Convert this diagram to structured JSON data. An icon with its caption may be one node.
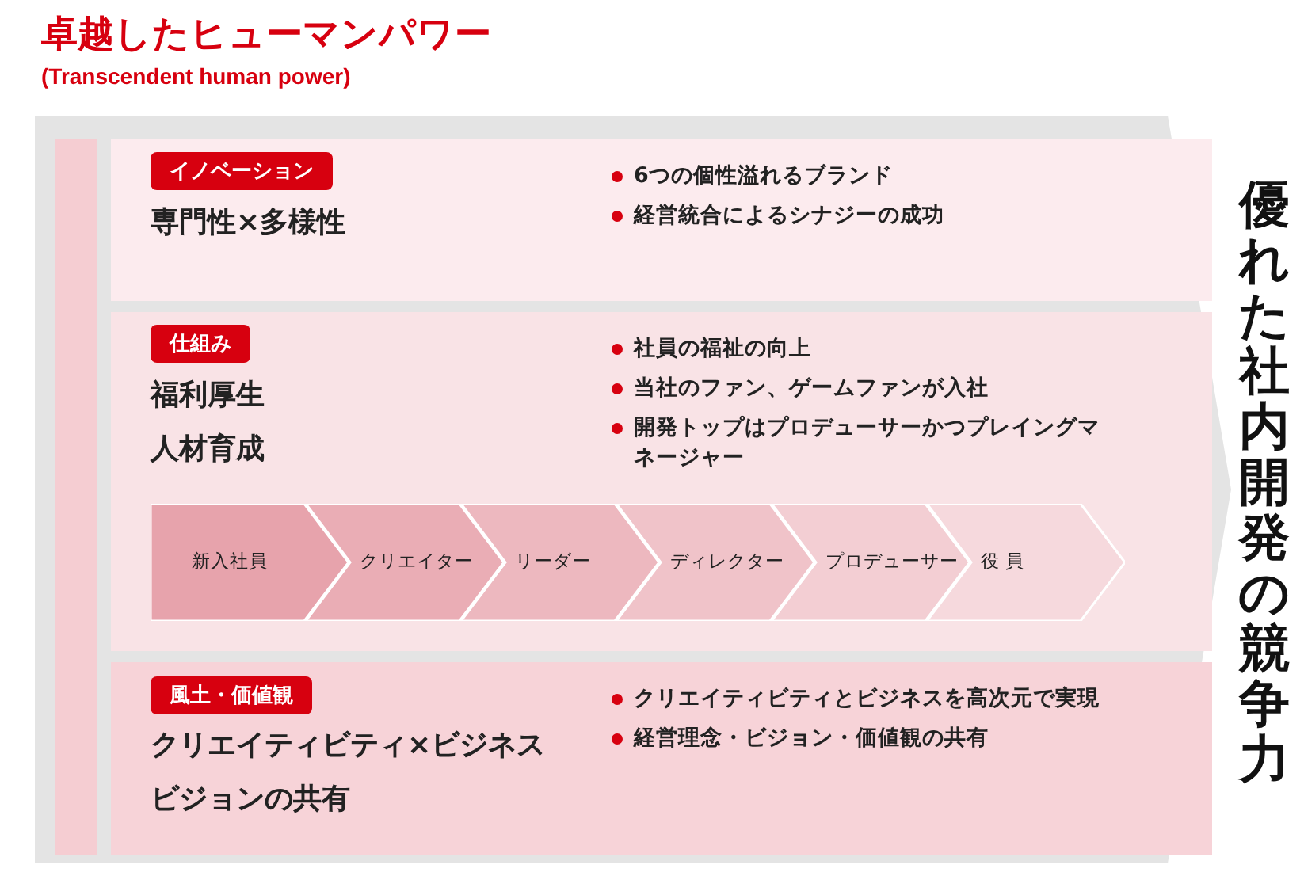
{
  "diagram": {
    "title": "卓越したヒューマンパワー",
    "nodes": [
      {
        "text": [],
        "shape": "arrow"
      },
      {
        "text": [
          "専門性×多様性",
          "6つの個性溢れるブランド",
          "経営統合によるシナジーの成功"
        ],
        "in": 0
      },
      {
        "text": [
          "イノベーション"
        ],
        "in": 1
      },
      {
        "text": [
          "福利厚生",
          "人材育成",
          "社員の福祉の向上",
          "当社のファン、ゲームファンが入社",
          "開発トップはプロデューサーかつプレイングマネージャー"
        ],
        "in": 0
      },
      {
        "text": [
          "仕組み"
        ],
        "in": 3
      },
      {
        "text": [
          "新入社員"
        ],
        "in": 3
      },
      {
        "text": [
          "クリエイター"
        ],
        "in": 3
      },
      {
        "text": [
          "リーダー"
        ],
        "in": 3
      },
      {
        "text": [
          "ディレクター"
        ],
        "in": 3
      },
      {
        "text": [
          "プロデューサー"
        ],
        "in": 3
      },
      {
        "text": [
          "役 員"
        ],
        "in": 3
      },
      {
        "text": [
          "クリエイティビティ×ビジネス",
          "ビジョンの共有",
          "クリエイティビティとビジネスを高次元で実現",
          "経営理念・ビジョン・価値観の共有"
        ],
        "in": 0
      },
      {
        "text": [
          "風土・価値観"
        ],
        "in": 11
      }
    ],
    "labels": [
      "(Transcendent human power)",
      "優れた社内開発の競争力"
    ]
  }
}
